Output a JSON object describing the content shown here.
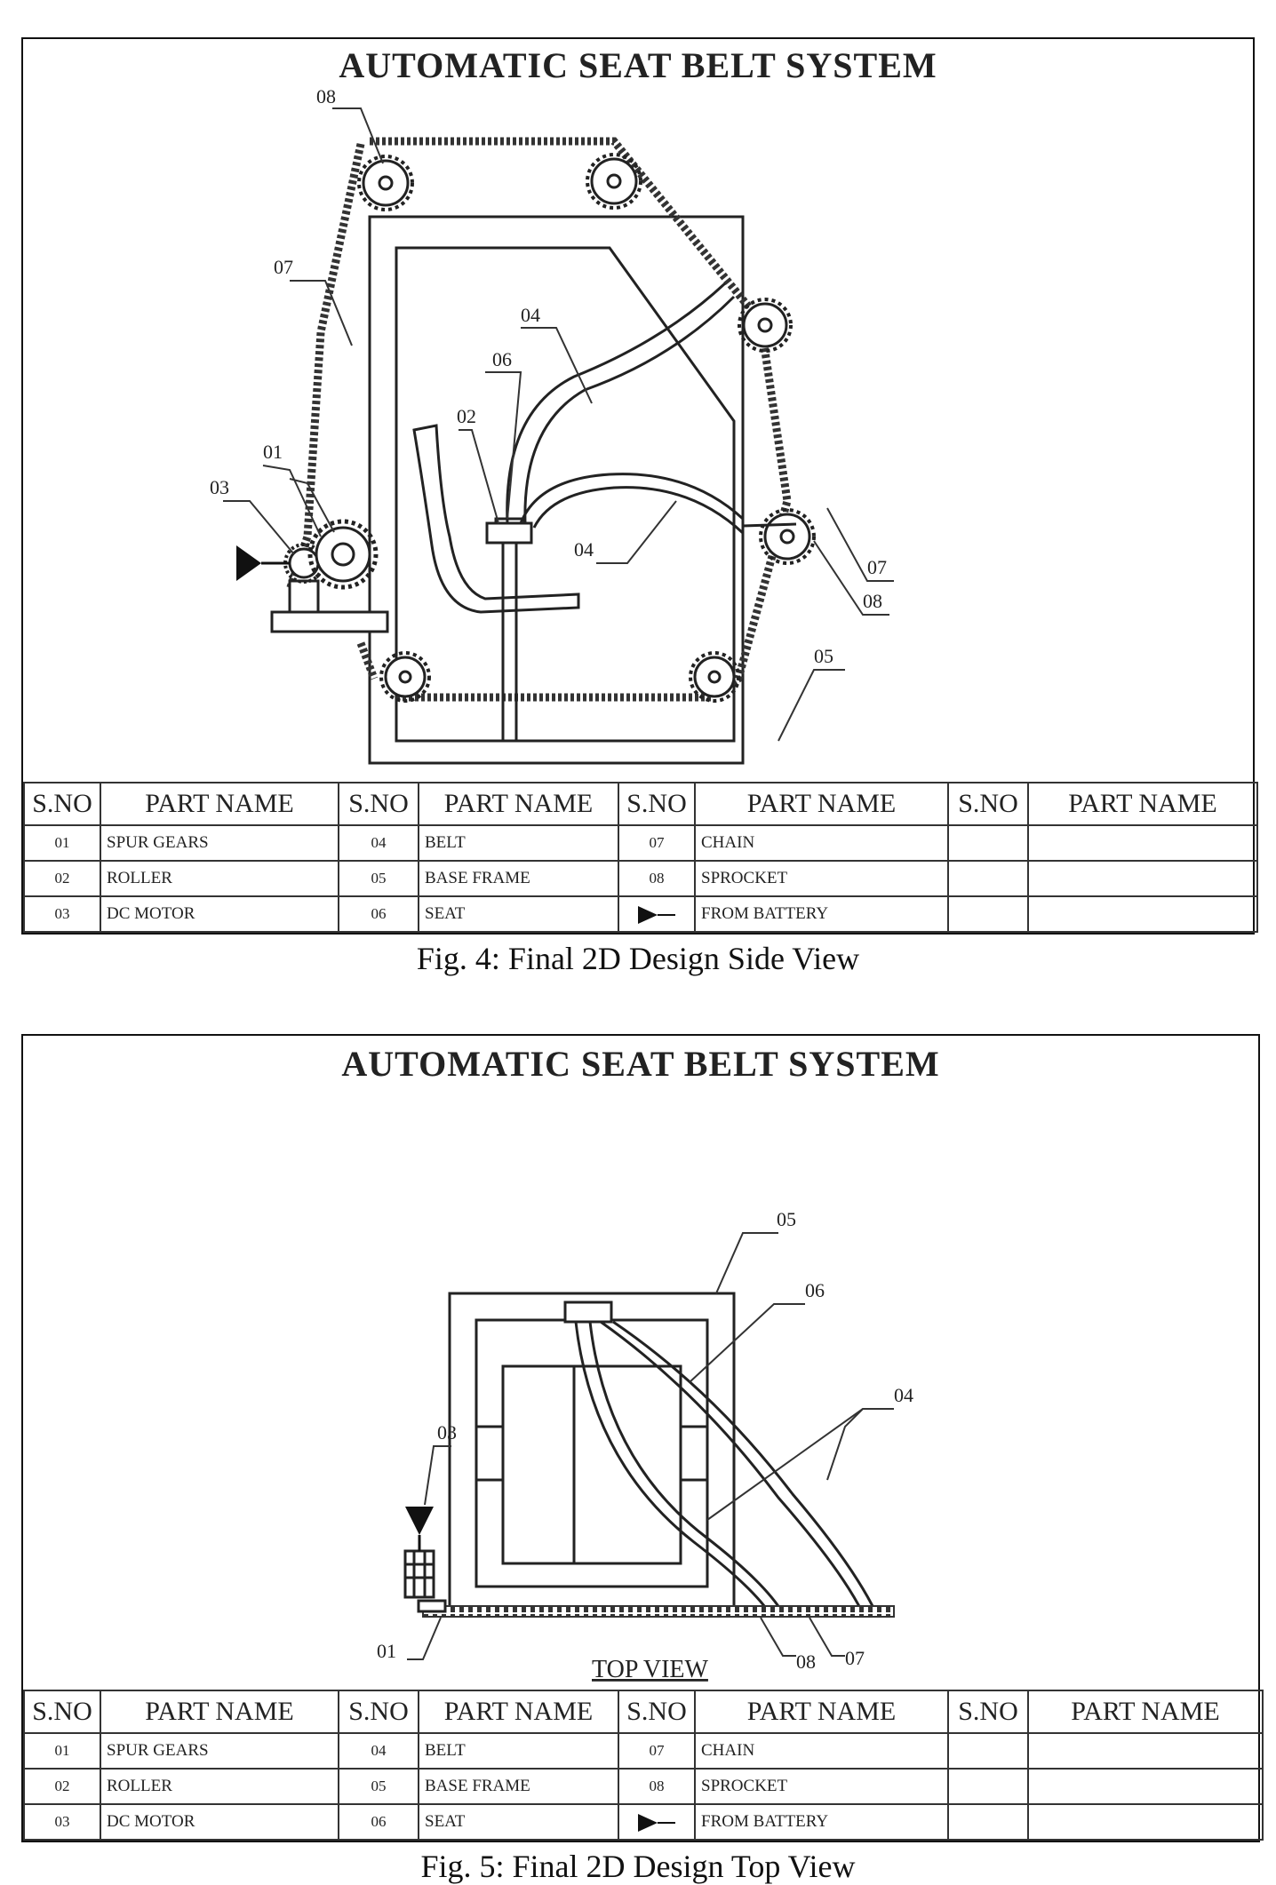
{
  "figures": [
    {
      "title": "AUTOMATIC SEAT BELT SYSTEM",
      "caption": "Fig. 4: Final 2D Design Side View",
      "callouts": [
        "08",
        "07",
        "04",
        "06",
        "02",
        "01",
        "03",
        "04",
        "07",
        "08",
        "05"
      ],
      "table": {
        "headers": [
          "S.NO",
          "PART NAME",
          "S.NO",
          "PART NAME",
          "S.NO",
          "PART NAME",
          "S.NO",
          "PART NAME"
        ],
        "rows": [
          [
            "01",
            "SPUR GEARS",
            "04",
            "BELT",
            "07",
            "CHAIN",
            "",
            ""
          ],
          [
            "02",
            "ROLLER",
            "05",
            "BASE FRAME",
            "08",
            "SPROCKET",
            "",
            ""
          ],
          [
            "03",
            "DC MOTOR",
            "06",
            "SEAT",
            "",
            "FROM BATTERY",
            "",
            ""
          ]
        ]
      }
    },
    {
      "title": "AUTOMATIC SEAT BELT SYSTEM",
      "caption": "Fig. 5: Final 2D Design Top View",
      "view_label": "TOP VIEW",
      "callouts": [
        "05",
        "06",
        "04",
        "03",
        "01",
        "08",
        "07"
      ],
      "table": {
        "headers": [
          "S.NO",
          "PART NAME",
          "S.NO",
          "PART NAME",
          "S.NO",
          "PART NAME",
          "S.NO",
          "PART NAME"
        ],
        "rows": [
          [
            "01",
            "SPUR GEARS",
            "04",
            "BELT",
            "07",
            "CHAIN",
            "",
            ""
          ],
          [
            "02",
            "ROLLER",
            "05",
            "BASE FRAME",
            "08",
            "SPROCKET",
            "",
            ""
          ],
          [
            "03",
            "DC MOTOR",
            "06",
            "SEAT",
            "",
            "FROM BATTERY",
            "",
            ""
          ]
        ]
      }
    }
  ]
}
